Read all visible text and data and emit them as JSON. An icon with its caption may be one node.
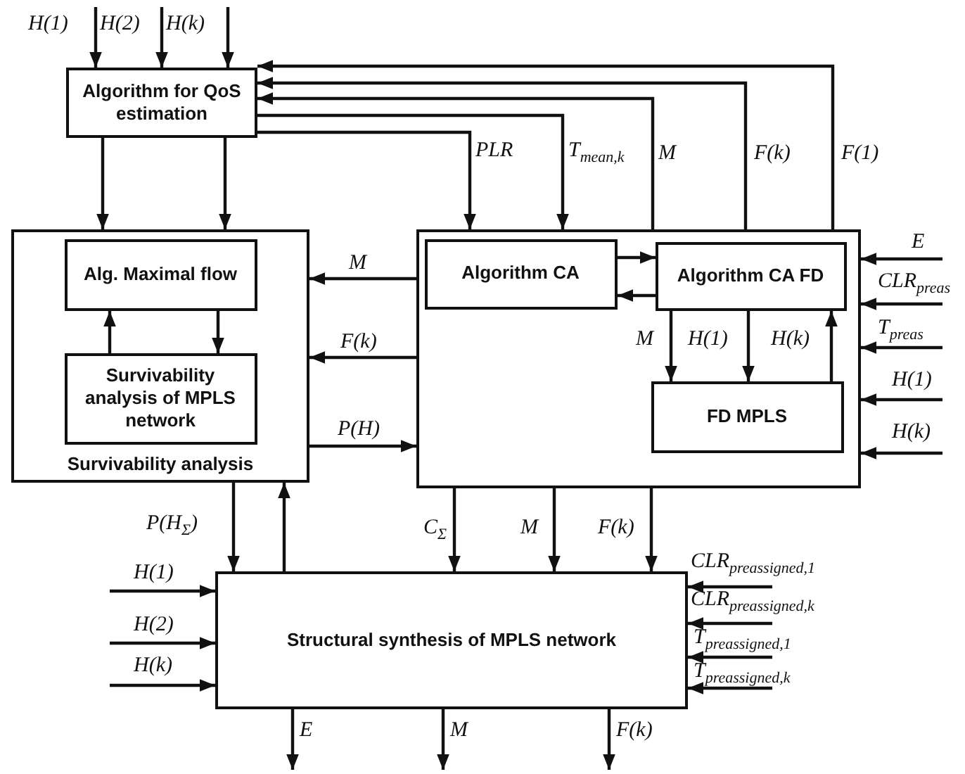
{
  "diagram": {
    "nodes": [
      {
        "text": [
          "Algorithm for QoS estimation"
        ]
      },
      {
        "text": [
          "Survivability analysis"
        ]
      },
      {
        "text": [
          "Alg. Maximal flow"
        ],
        "in": 1
      },
      {
        "text": [
          "Survivability analysis of MPLS network"
        ],
        "in": 1
      },
      {
        "text": [],
        "shape": "box"
      },
      {
        "text": [
          "Algorithm CA"
        ],
        "in": 4
      },
      {
        "text": [
          "Algorithm CA FD"
        ],
        "in": 4
      },
      {
        "text": [
          "FD MPLS"
        ],
        "in": 4
      },
      {
        "text": [
          "Structural synthesis of MPLS network"
        ]
      }
    ],
    "edges": [
      {
        "from": null,
        "to": 0,
        "arrow": "to",
        "label": "H(1)"
      },
      {
        "from": null,
        "to": 0,
        "arrow": "to",
        "label": "H(2)"
      },
      {
        "from": null,
        "to": 0,
        "arrow": "to",
        "label": "H(k)"
      },
      {
        "from": 4,
        "to": 0,
        "arrow": "to",
        "label": "F(1)"
      },
      {
        "from": 4,
        "to": 0,
        "arrow": "to",
        "label": "F(k)"
      },
      {
        "from": 4,
        "to": 0,
        "arrow": "to",
        "label": "M"
      },
      {
        "from": 0,
        "to": 4,
        "arrow": "to",
        "label": "T$_{mean,k}$"
      },
      {
        "from": 0,
        "to": 4,
        "arrow": "to",
        "label": "PLR"
      },
      {
        "from": 0,
        "to": 1,
        "arrow": "to"
      },
      {
        "from": 0,
        "to": 1,
        "arrow": "to"
      },
      {
        "from": 4,
        "to": 1,
        "arrow": "to",
        "label": "M"
      },
      {
        "from": 4,
        "to": 1,
        "arrow": "to",
        "label": "F(k)"
      },
      {
        "from": 1,
        "to": 4,
        "arrow": "to",
        "label": "P(H)"
      },
      {
        "from": 5,
        "to": 6,
        "arrow": "to"
      },
      {
        "from": 6,
        "to": 5,
        "arrow": "to"
      },
      {
        "from": 6,
        "to": 7,
        "arrow": "to",
        "label": "M"
      },
      {
        "from": 6,
        "to": 7,
        "arrow": "to",
        "label": "H(1)"
      },
      {
        "from": 7,
        "to": 6,
        "arrow": "to",
        "label": "H(k)"
      },
      {
        "from": 3,
        "to": 2,
        "arrow": "to"
      },
      {
        "from": 2,
        "to": 3,
        "arrow": "to"
      },
      {
        "from": null,
        "to": 4,
        "arrow": "to",
        "label": "E"
      },
      {
        "from": null,
        "to": 4,
        "arrow": "to",
        "label": "CLR$_{preas}$"
      },
      {
        "from": null,
        "to": 4,
        "arrow": "to",
        "label": "T$_{preas}$"
      },
      {
        "from": null,
        "to": 4,
        "arrow": "to",
        "label": "H(1)"
      },
      {
        "from": null,
        "to": 4,
        "arrow": "to",
        "label": "H(k)"
      },
      {
        "from": 1,
        "to": 8,
        "arrow": "to",
        "label": "P(H$_{Σ}$)"
      },
      {
        "from": 8,
        "to": 1,
        "arrow": "to"
      },
      {
        "from": 4,
        "to": 8,
        "arrow": "to",
        "label": "C$_{Σ}$"
      },
      {
        "from": 4,
        "to": 8,
        "arrow": "to",
        "label": "M"
      },
      {
        "from": 4,
        "to": 8,
        "arrow": "to",
        "label": "F(k)"
      },
      {
        "from": null,
        "to": 8,
        "arrow": "to",
        "label": "H(1)"
      },
      {
        "from": null,
        "to": 8,
        "arrow": "to",
        "label": "H(2)"
      },
      {
        "from": null,
        "to": 8,
        "arrow": "to",
        "label": "H(k)"
      },
      {
        "from": null,
        "to": 8,
        "arrow": "to",
        "label": "CLR$_{preassigned,1}$"
      },
      {
        "from": null,
        "to": 8,
        "arrow": "to",
        "label": "CLR$_{preassigned,k}$"
      },
      {
        "from": null,
        "to": 8,
        "arrow": "to",
        "label": "T$_{preassigned,1}$"
      },
      {
        "from": null,
        "to": 8,
        "arrow": "to",
        "label": "T$_{preassigned,k}$"
      },
      {
        "from": 8,
        "to": null,
        "arrow": "to",
        "label": "E"
      },
      {
        "from": 8,
        "to": null,
        "arrow": "to",
        "label": "M"
      },
      {
        "from": 8,
        "to": null,
        "arrow": "to",
        "label": "F(k)"
      }
    ]
  }
}
